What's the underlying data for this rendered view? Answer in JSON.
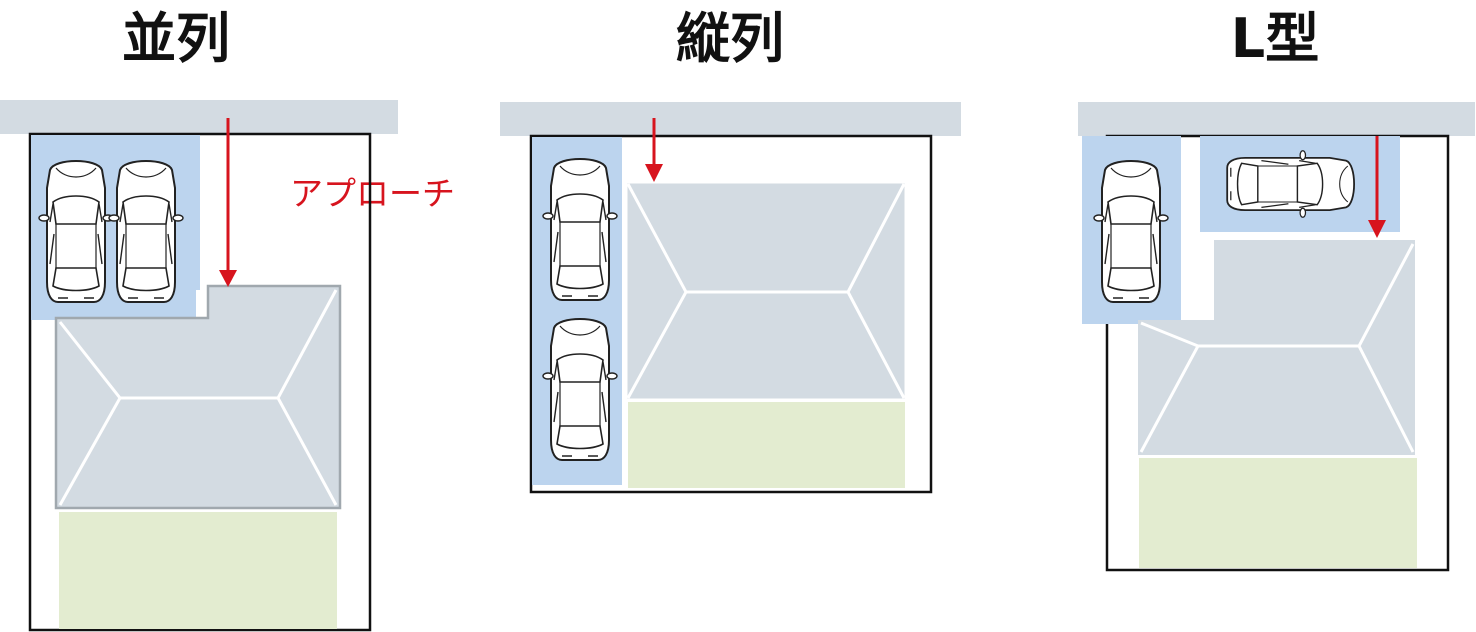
{
  "layouts": [
    {
      "id": "parallel",
      "title": "並列",
      "car_count": 2
    },
    {
      "id": "tandem",
      "title": "縦列",
      "car_count": 2
    },
    {
      "id": "l-shape",
      "title": "L型",
      "car_count": 2
    }
  ],
  "approach_label": "アプローチ",
  "colors": {
    "road": "#d3dbe2",
    "parking": "#bcd4ee",
    "house": "#d3dbe2",
    "garden": "#e3ecd0",
    "arrow": "#d7141e",
    "outline": "#111111"
  },
  "icons": [
    "car-icon",
    "arrow-down-icon"
  ]
}
